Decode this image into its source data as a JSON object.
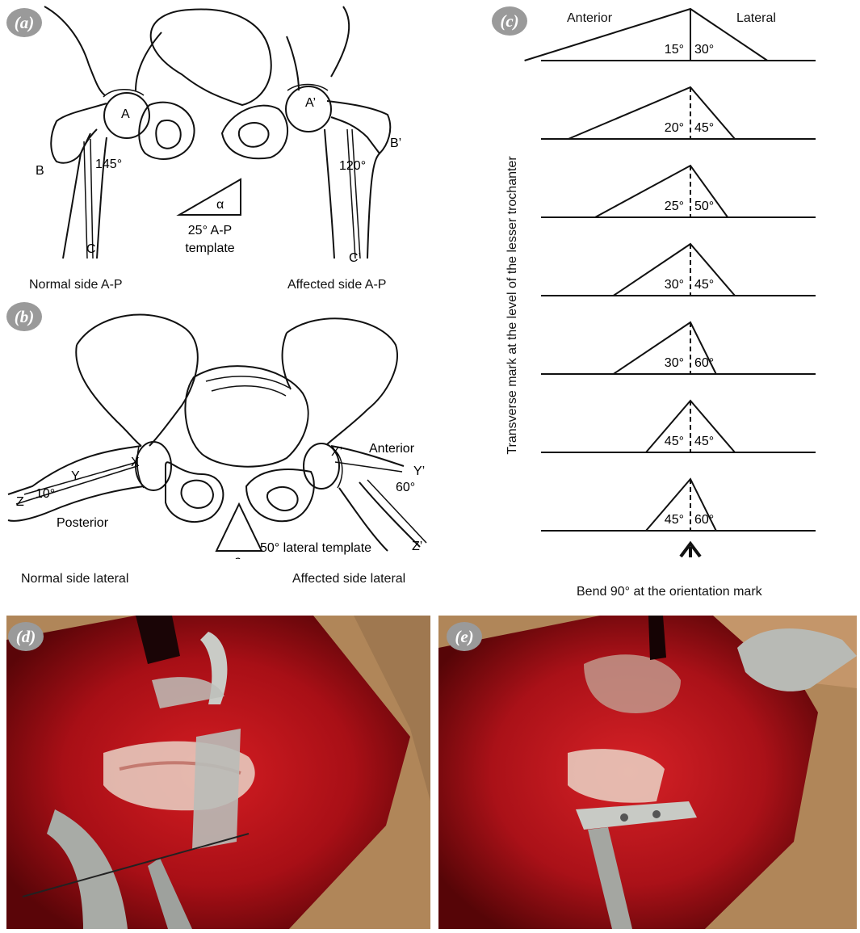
{
  "panels": {
    "a": {
      "badge": "(a)",
      "labels": {
        "A": "A",
        "B": "B",
        "C": "C",
        "A2": "A’",
        "B2": "B’",
        "C2": "C’"
      },
      "angles": {
        "normal": "145°",
        "affected": "120°"
      },
      "template_symbol": "α",
      "template_line1": "25° A-P",
      "template_line2": "template",
      "caption_normal": "Normal side A-P",
      "caption_affected": "Affected side A-P"
    },
    "b": {
      "badge": "(b)",
      "labels": {
        "X": "X",
        "Y": "Y",
        "Z": "Z",
        "X2": "X’",
        "Y2": "Y’",
        "Z2": "Z’"
      },
      "angles": {
        "normal": "10°",
        "affected": "60°"
      },
      "anterior": "Anterior",
      "posterior": "Posterior",
      "template_symbol": "β",
      "template_label": "50° lateral template",
      "caption_normal": "Normal side lateral",
      "caption_affected": "Affected side lateral"
    },
    "c": {
      "badge": "(c)",
      "anterior": "Anterior",
      "lateral": "Lateral",
      "vertical_label": "Transverse mark at the level of the lesser trochanter",
      "templates": [
        {
          "left": "15°",
          "right": "30°"
        },
        {
          "left": "20°",
          "right": "45°"
        },
        {
          "left": "25°",
          "right": "50°"
        },
        {
          "left": "30°",
          "right": "45°"
        },
        {
          "left": "30°",
          "right": "60°"
        },
        {
          "left": "45°",
          "right": "45°"
        },
        {
          "left": "45°",
          "right": "60°"
        }
      ],
      "bottom_caption": "Bend 90° at the orientation mark"
    },
    "d": {
      "badge": "(d)"
    },
    "e": {
      "badge": "(e)"
    }
  },
  "colors": {
    "tissue": "#b3121a",
    "tissue_dark": "#4a0608",
    "skin": "#b98e63",
    "metal": "#b9bcb8"
  }
}
